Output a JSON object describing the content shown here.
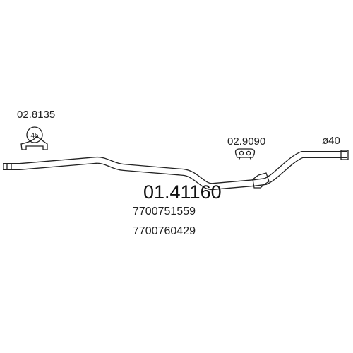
{
  "part_number": "01.41160",
  "oem_numbers": [
    "7700751559",
    "7700760429"
  ],
  "clamp": {
    "part_number": "02.8135",
    "size_label": "45"
  },
  "mount": {
    "part_number": "02.9090"
  },
  "diameter_label": "ø40"
}
